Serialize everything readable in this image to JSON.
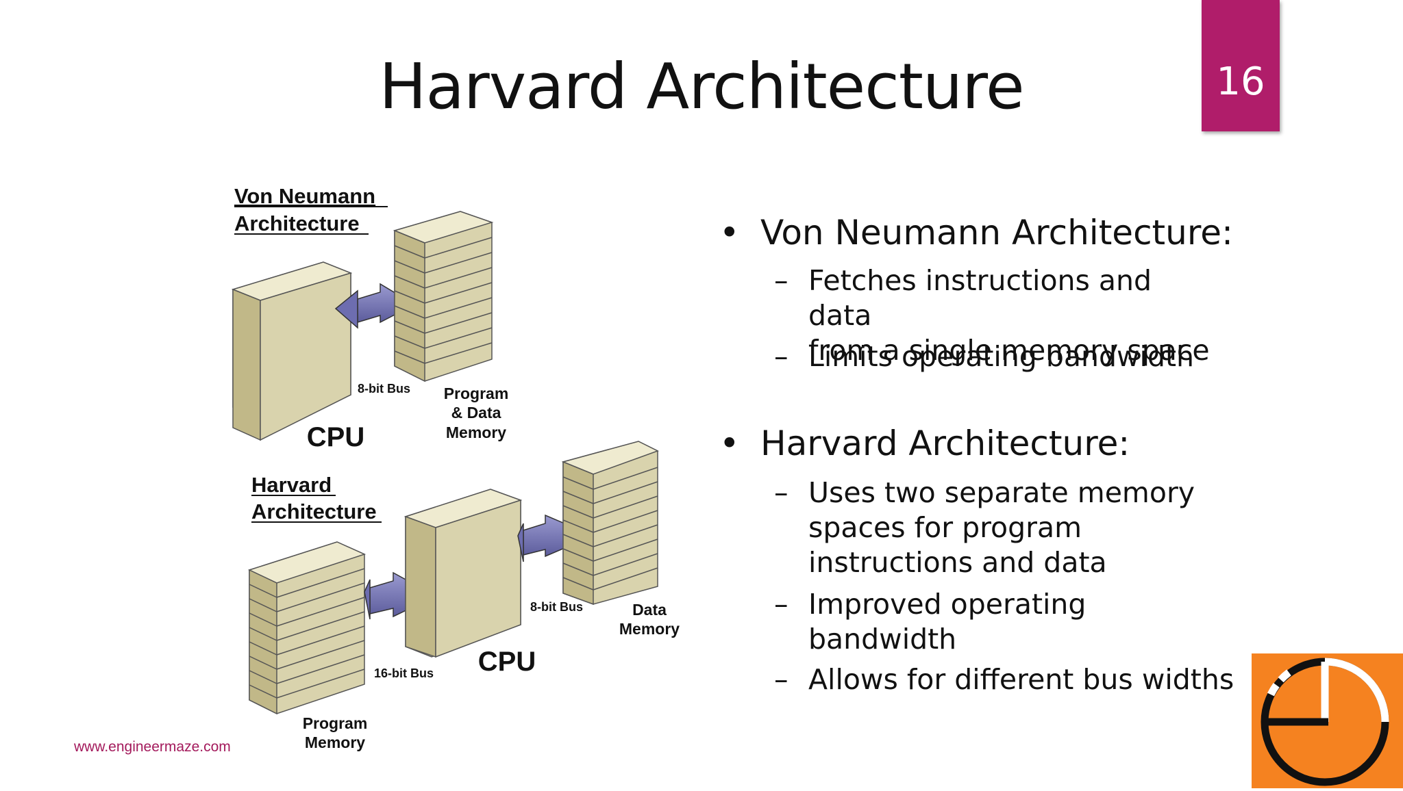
{
  "slide": {
    "title": "Harvard Architecture",
    "number": "16",
    "website": "www.engineermaze.com",
    "accent_color": "#b01d6a",
    "logo_color": "#f58220"
  },
  "diagram": {
    "von_neumann": {
      "heading_line1": "Von Neumann",
      "heading_line2": "Architecture",
      "cpu_label": "CPU",
      "bus_label": "8-bit Bus",
      "memory_line1": "Program",
      "memory_line2": "& Data",
      "memory_line3": "Memory"
    },
    "harvard": {
      "heading_line1": "Harvard",
      "heading_line2": "Architecture",
      "cpu_label": "CPU",
      "program_bus_label": "16-bit Bus",
      "data_bus_label": "8-bit Bus",
      "program_memory_line1": "Program",
      "program_memory_line2": "Memory",
      "data_memory_line1": "Data",
      "data_memory_line2": "Memory"
    }
  },
  "bullets": [
    {
      "text": "Von Neumann Architecture:",
      "sub": [
        {
          "lines": [
            "Fetches instructions and data",
            "from a single memory space"
          ]
        },
        {
          "lines": [
            "Limits operating bandwidth"
          ]
        }
      ]
    },
    {
      "text": "Harvard Architecture:",
      "sub": [
        {
          "lines": [
            "Uses two separate memory",
            "spaces for program",
            "instructions and data"
          ]
        },
        {
          "lines": [
            "Improved operating",
            "bandwidth"
          ]
        },
        {
          "lines": [
            "Allows for different bus widths"
          ]
        }
      ]
    }
  ]
}
